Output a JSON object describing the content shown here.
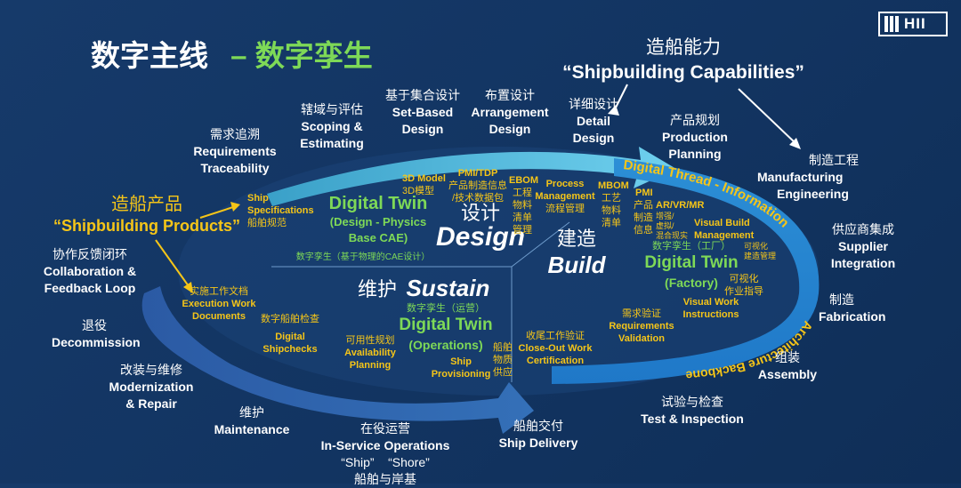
{
  "title": {
    "main": "数字主线",
    "dash": "–",
    "sub": "数字孪生"
  },
  "logo": {
    "text": "HII"
  },
  "capabilities": {
    "cn": "造船能力",
    "en": "“Shipbuilding Capabilities”"
  },
  "products": {
    "cn": "造船产品",
    "en": "“Shipbuilding Products”"
  },
  "ring_label": "Digital Thread - Information",
  "ring_label2": "Architecture Backbone",
  "outer_labels": {
    "scoping": {
      "cn": "辖域与评估",
      "en1": "Scoping &",
      "en2": "Estimating"
    },
    "setbased": {
      "cn": "基于集合设计",
      "en1": "Set-Based",
      "en2": "Design"
    },
    "arrangement": {
      "cn": "布置设计",
      "en1": "Arrangement",
      "en2": "Design"
    },
    "detail": {
      "cn": "详细设计",
      "en1": "Detail",
      "en2": "Design"
    },
    "production": {
      "cn": "产品规划",
      "en1": "Production",
      "en2": "Planning"
    },
    "requirements": {
      "cn": "需求追溯",
      "en1": "Requirements",
      "en2": "Traceability"
    },
    "manufacturing": {
      "cn": "制造工程",
      "en1": "Manufacturing",
      "en2": "Engineering"
    },
    "supplier": {
      "cn": "供应商集成",
      "en1": "Supplier",
      "en2": "Integration"
    },
    "fabrication": {
      "cn": "制造",
      "en1": "Fabrication"
    },
    "assembly": {
      "cn": "组装",
      "en1": "Assembly"
    },
    "test": {
      "cn": "试验与检查",
      "en1": "Test & Inspection"
    },
    "delivery": {
      "cn": "船舶交付",
      "en1": "Ship Delivery"
    },
    "inservice": {
      "cn": "在役运营",
      "en1": "In-Service Operations",
      "en2": "“Ship”    “Shore”",
      "cn2": "船舶与岸基"
    },
    "maintenance": {
      "cn": "维护",
      "en1": "Maintenance"
    },
    "modernization": {
      "cn": "改装与维修",
      "en1": "Modernization",
      "en2": "& Repair"
    },
    "decommission": {
      "cn": "退役",
      "en1": "Decommission"
    },
    "collab": {
      "cn": "协作反馈闭环",
      "en1": "Collaboration &",
      "en2": "Feedback Loop"
    }
  },
  "inner_labels": {
    "ship_spec": {
      "en1": "Ship",
      "en2": "Specifications",
      "cn": "船舶规范"
    },
    "design_dt": {
      "title": "Digital Twin",
      "sub": "(Design - Physics",
      "sub2": "Base CAE)",
      "cn": "数字孪生（基于物理的CAE设计）"
    },
    "design_big": {
      "cn": "设计",
      "en": "Design"
    },
    "model3d": {
      "en": "3D Model",
      "cn": "3D模型"
    },
    "pmi_tdp": {
      "en": "PMI/TDP",
      "cn1": "产品制造信息",
      "cn2": "/技术数据包"
    },
    "ebom": {
      "en": "EBOM",
      "cn1": "工程",
      "cn2": "物料",
      "cn3": "清单",
      "cn4": "管理"
    },
    "process": {
      "en1": "Process",
      "en2": "Management",
      "cn": "流程管理"
    },
    "mbom": {
      "en": "MBOM",
      "cn1": "工艺",
      "cn2": "物料",
      "cn3": "清单"
    },
    "pmi": {
      "en": "PMI",
      "cn1": "产品",
      "cn2": "制造",
      "cn3": "信息"
    },
    "arvr": {
      "en": "AR/VR/MR",
      "cn1": "增强/",
      "cn2": "虚拟/",
      "cn3": "混合现实"
    },
    "vbm": {
      "en1": "Visual Build",
      "en2": "Management",
      "cn": "可视化",
      "cn2": "建造管理"
    },
    "build_big": {
      "cn": "建造",
      "en": "Build"
    },
    "factory_dt": {
      "cn": "数字孪生（工厂）",
      "title": "Digital Twin",
      "sub": "(Factory)"
    },
    "visual_work": {
      "cn": "可视化",
      "cn2": "作业指导",
      "en1": "Visual Work",
      "en2": "Instructions"
    },
    "req_val": {
      "cn": "需求验证",
      "en1": "Requirements",
      "en2": "Validation"
    },
    "closeout": {
      "cn": "收尾工作验证",
      "en1": "Close-Out Work",
      "en2": "Certification"
    },
    "provisioning": {
      "cn1": "船舶",
      "cn2": "物质",
      "cn3": "供应",
      "en1": "Ship",
      "en2": "Provisioning"
    },
    "availability": {
      "cn": "可用性规划",
      "en1": "Availability",
      "en2": "Planning"
    },
    "sustain_big": {
      "cn": "维护",
      "en": "Sustain"
    },
    "ops_dt": {
      "cn": "数字孪生（运营）",
      "title": "Digital Twin",
      "sub": "(Operations)"
    },
    "checks": {
      "cn": "数字船舶检查",
      "en1": "Digital",
      "en2": "Shipchecks"
    },
    "exec_docs": {
      "cn": "实施工作文档",
      "en1": "Execution Work",
      "en2": "Documents"
    }
  }
}
